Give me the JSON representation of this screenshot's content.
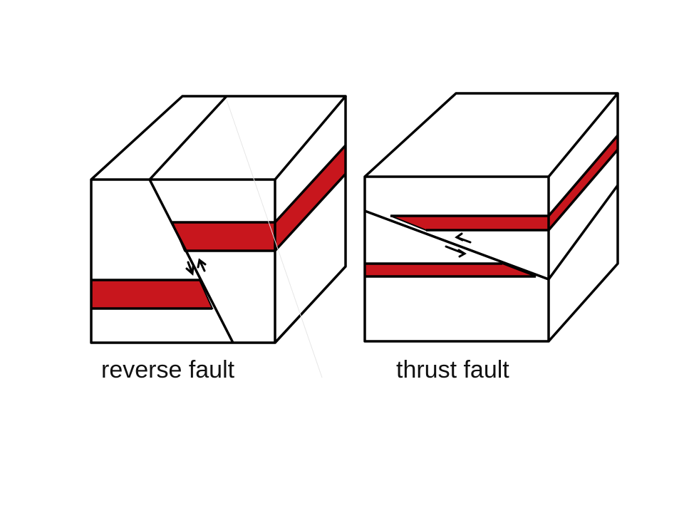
{
  "colors": {
    "outline": "#000000",
    "red_layer": "#c8161d",
    "background": "#ffffff"
  },
  "diagrams": [
    {
      "id": "reverse",
      "caption": "reverse fault"
    },
    {
      "id": "thrust",
      "caption": "thrust fault"
    }
  ]
}
